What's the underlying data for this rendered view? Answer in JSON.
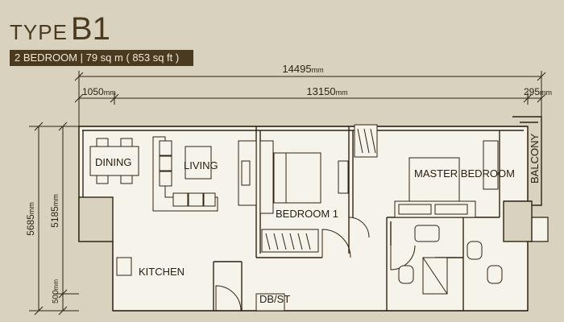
{
  "header": {
    "type_small": "TYPE",
    "type_big": "B1",
    "info": "2 BEDROOM  |  79 sq m ( 853 sq ft )"
  },
  "dimensions": {
    "overall_width": "14495",
    "left_segment": "1050",
    "mid_segment": "13150",
    "right_segment": "295",
    "height_outer": "5685",
    "height_inner": "5185",
    "height_bottom": "500",
    "unit": "mm"
  },
  "rooms": {
    "dining": "DINING",
    "living": "LIVING",
    "bedroom1": "BEDROOM 1",
    "master": "MASTER BEDROOM",
    "kitchen": "KITCHEN",
    "balcony": "BALCONY",
    "dbst": "DB/ST"
  },
  "colors": {
    "background": "#d9d2bf",
    "ink": "#2e2312",
    "badge": "#4a3a20"
  }
}
